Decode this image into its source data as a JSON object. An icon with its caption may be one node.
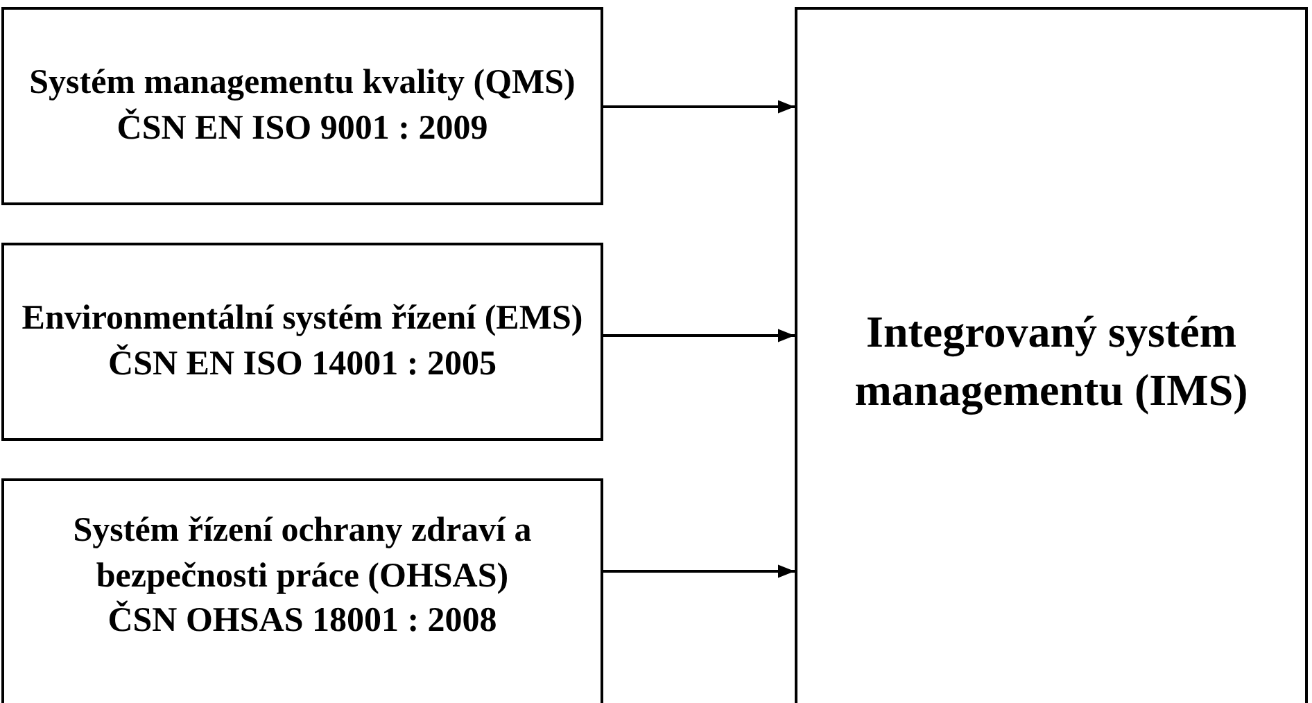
{
  "diagram": {
    "nodes": [
      {
        "text": [
          "Systém managementu kvality (QMS)",
          "ČSN EN ISO 9001 : 2009"
        ]
      },
      {
        "text": [
          "Environmentální systém řízení (EMS)",
          "ČSN EN ISO 14001 : 2005"
        ]
      },
      {
        "text": [
          "Systém řízení ochrany zdraví a bezpečnosti práce (OHSAS)",
          "ČSN OHSAS 18001 : 2008"
        ]
      },
      {
        "text": [
          "Integrovaný systém managementu (IMS)"
        ]
      }
    ],
    "edges": [
      {
        "from": 0,
        "to": 3,
        "arrow": "to"
      },
      {
        "from": 1,
        "to": 3,
        "arrow": "to"
      },
      {
        "from": 2,
        "to": 3,
        "arrow": "to"
      }
    ]
  }
}
